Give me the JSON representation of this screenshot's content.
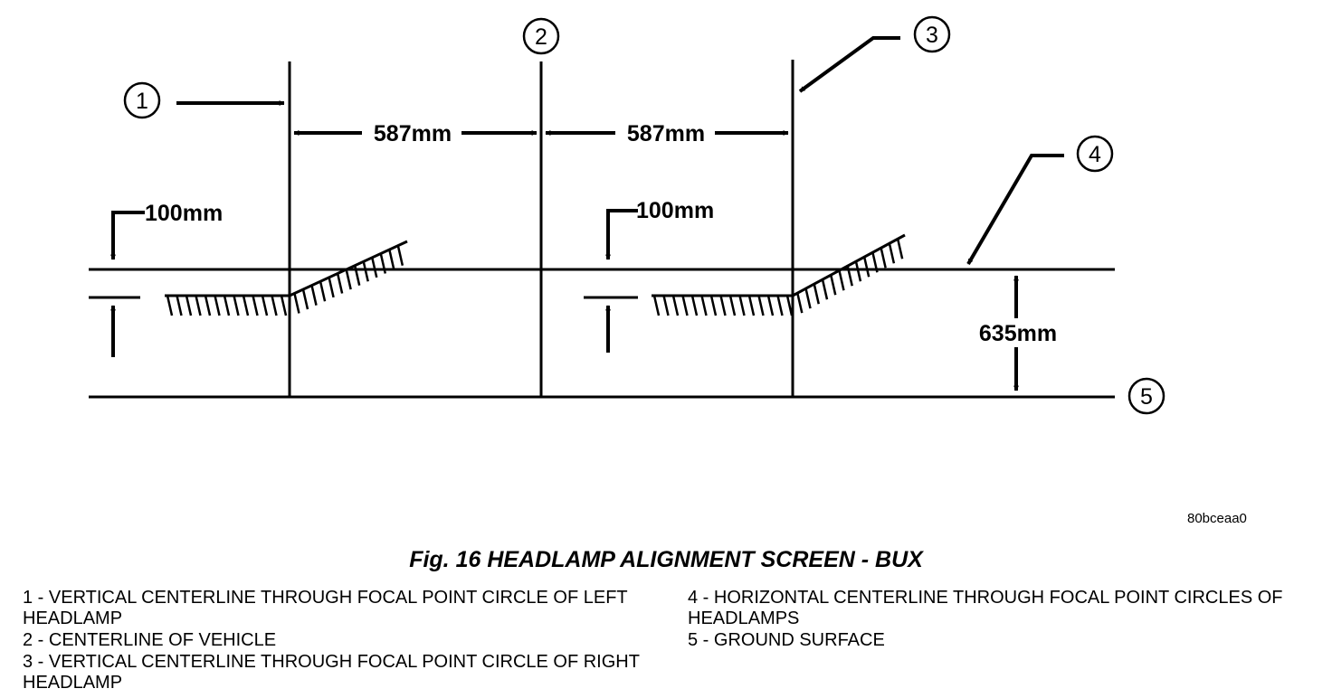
{
  "figure": {
    "caption": "Fig. 16 HEADLAMP ALIGNMENT SCREEN - BUX",
    "reference_code": "80bceaa0"
  },
  "dimensions": {
    "left_to_center": "587mm",
    "center_to_right": "587mm",
    "left_drop": "100mm",
    "right_drop": "100mm",
    "height_above_ground": "635mm"
  },
  "callouts": [
    "1",
    "2",
    "3",
    "4",
    "5"
  ],
  "legend": {
    "left": [
      "1 - VERTICAL CENTERLINE THROUGH FOCAL POINT CIRCLE OF LEFT HEADLAMP",
      "2 - CENTERLINE OF VEHICLE",
      "3 - VERTICAL CENTERLINE THROUGH FOCAL POINT CIRCLE OF RIGHT HEADLAMP"
    ],
    "right": [
      "4 - HORIZONTAL CENTERLINE THROUGH FOCAL POINT CIRCLES OF HEADLAMPS",
      "5 - GROUND SURFACE"
    ]
  },
  "colors": {
    "ink": "#000000",
    "paper": "#ffffff"
  }
}
